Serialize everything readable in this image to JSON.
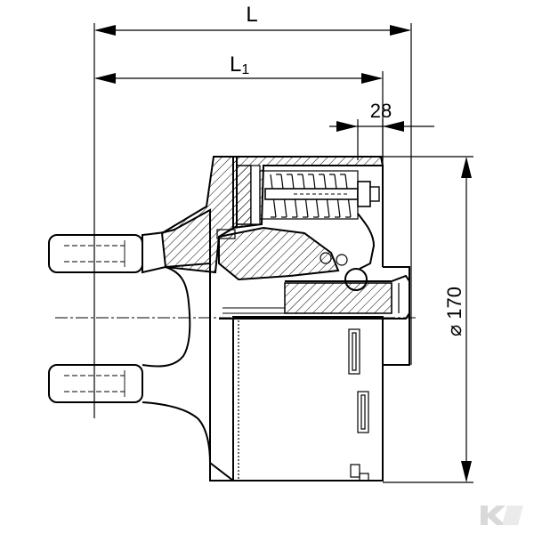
{
  "dimensions": {
    "overall_length": "L",
    "partial_length_main": "L",
    "partial_length_sub": "1",
    "offset": "28",
    "diameter_symbol": "⌀",
    "diameter_value": "170"
  },
  "logo": {
    "letter": "K",
    "color": "#d9d9d9"
  }
}
